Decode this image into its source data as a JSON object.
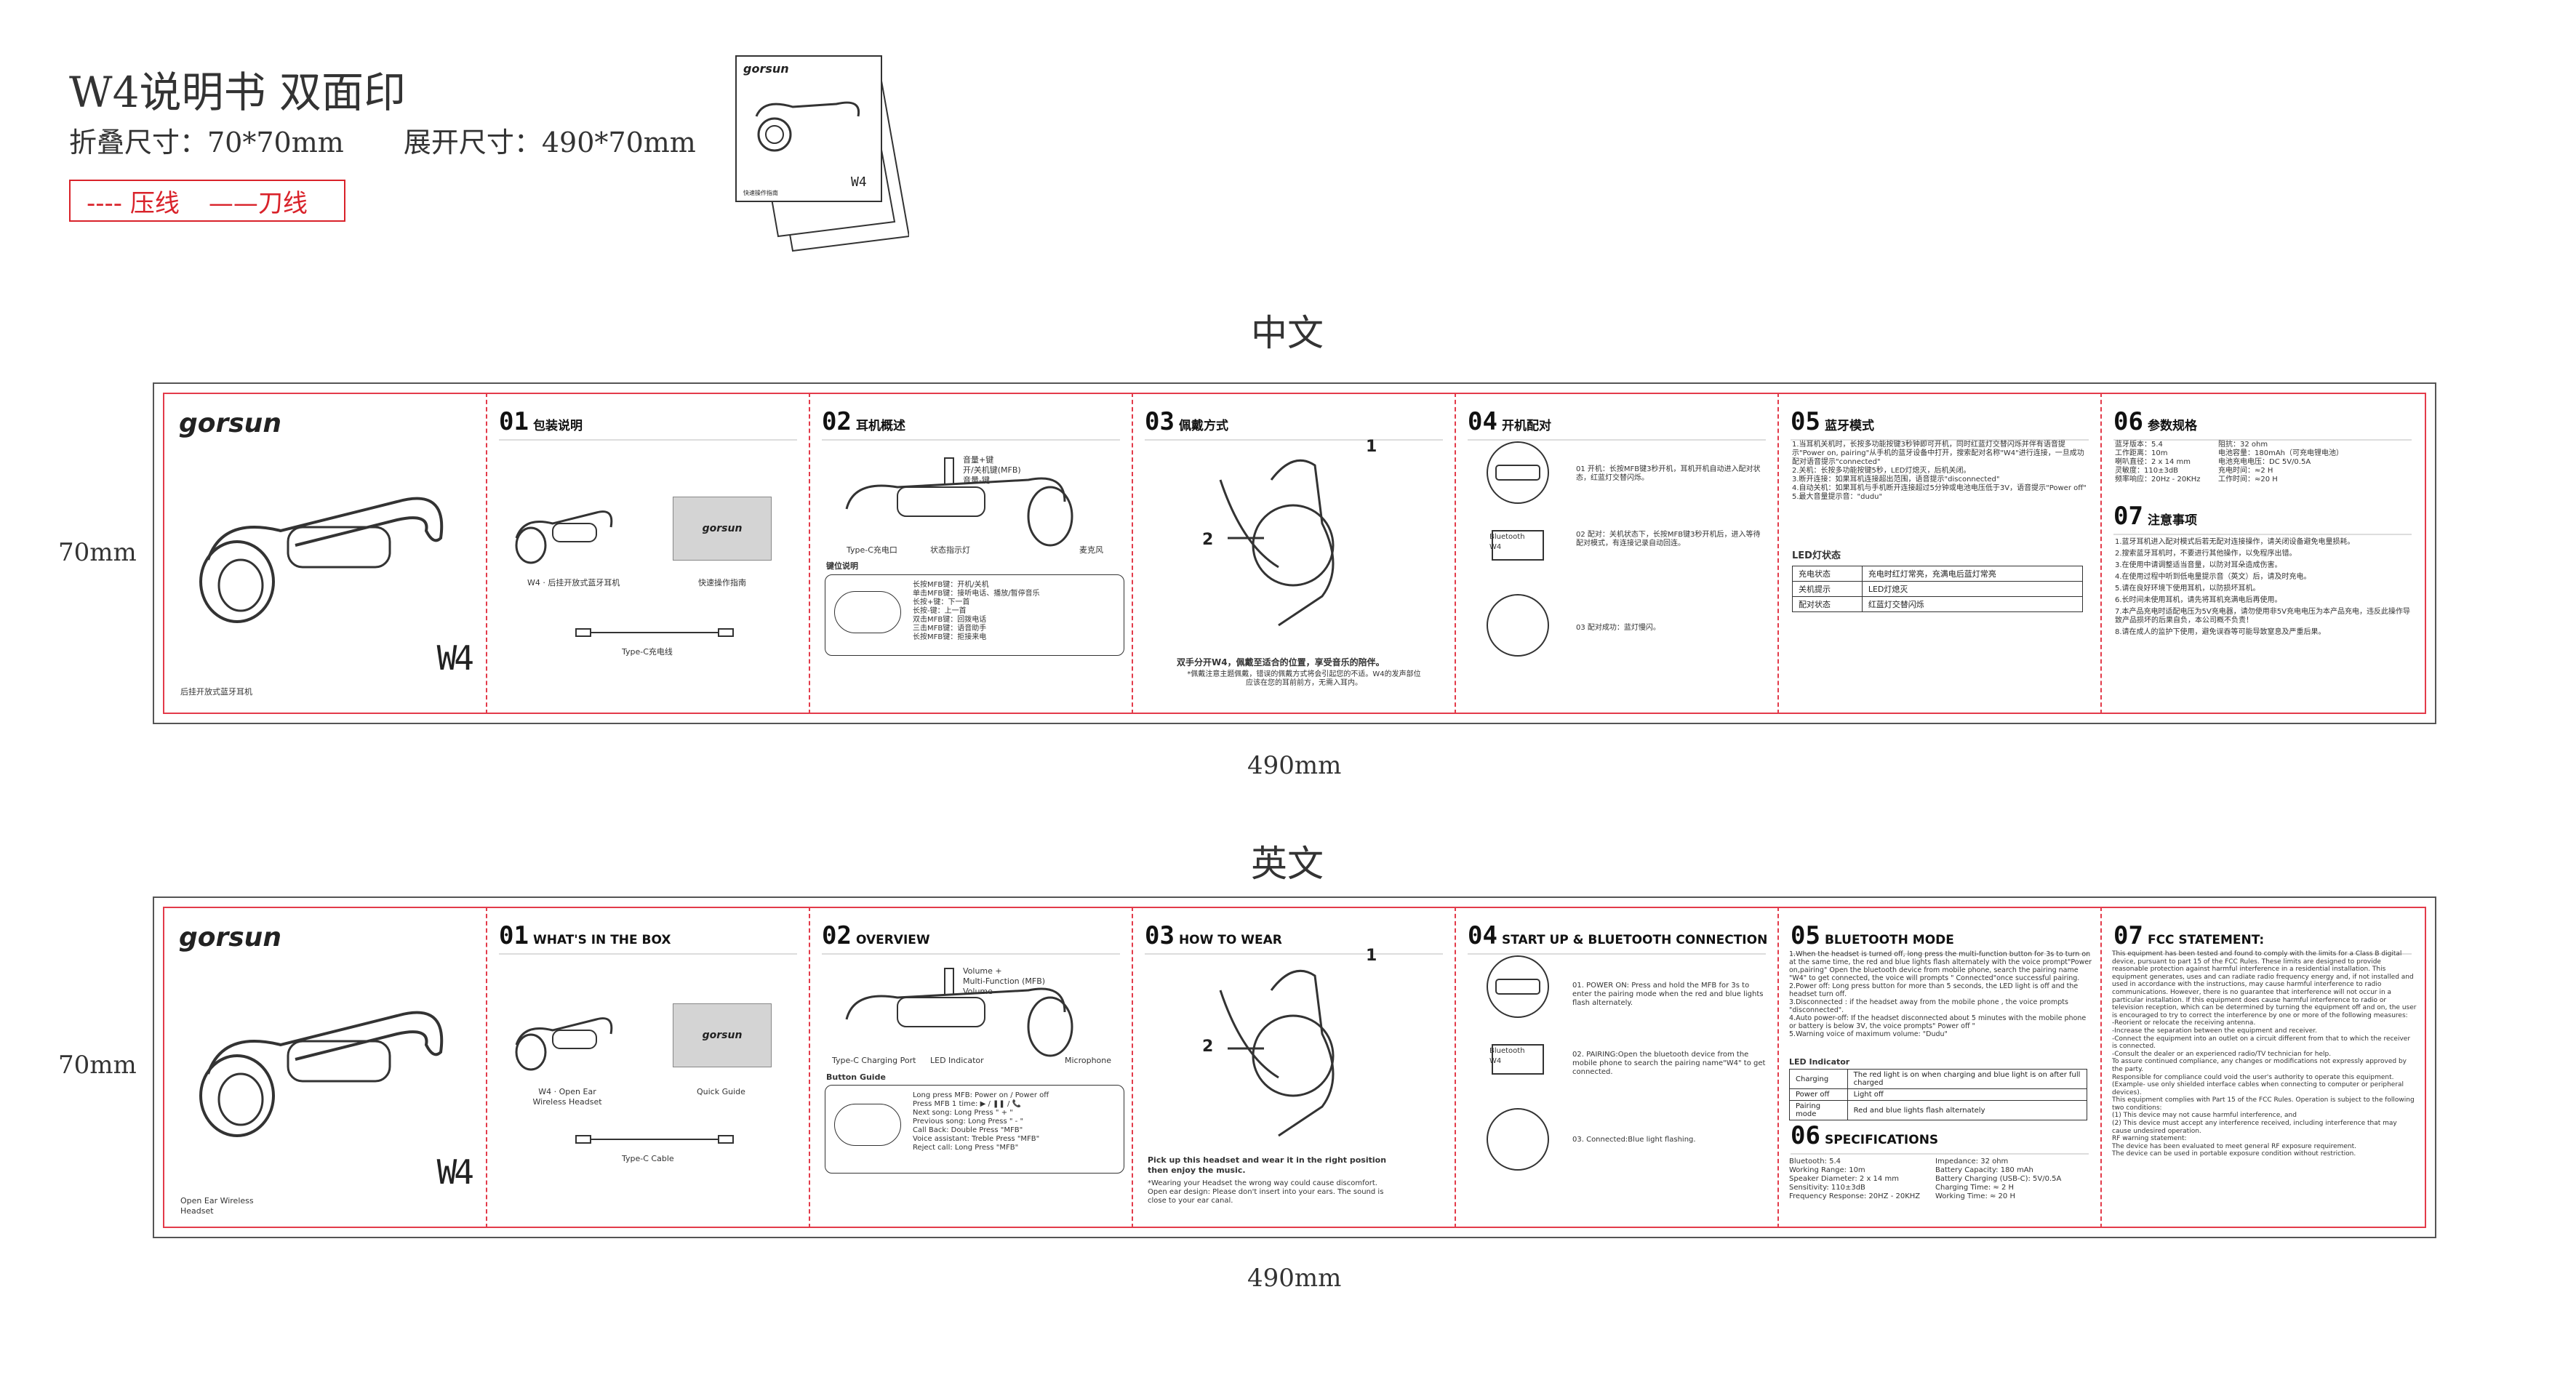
{
  "header": {
    "title": "W4说明书 双面印",
    "folded_size": "折叠尺寸：70*70mm",
    "unfolded_size": "展开尺寸：490*70mm",
    "legend_crease": "---- 压线",
    "legend_cut": "——刀线"
  },
  "thumbnail": {
    "brand": "gorsun",
    "model": "W4",
    "caption": "快速操作指南"
  },
  "sections": {
    "chinese_label": "中文",
    "english_label": "英文",
    "height_label": "70mm",
    "width_label": "490mm"
  },
  "cn": {
    "brand": "gorsun",
    "cover_caption": "后挂开放式蓝牙耳机",
    "model": "W4",
    "p1": {
      "num": "01",
      "title": "包装说明",
      "item1": "W4 · 后挂开放式蓝牙耳机",
      "item2": "快速操作指南",
      "item3": "Type-C充电线",
      "box": "gorsun"
    },
    "p2": {
      "num": "02",
      "title": "耳机概述",
      "labels": [
        "音量+键",
        "开/关机键(MFB)",
        "音量-键"
      ],
      "port": "Type-C充电口",
      "led": "状态指示灯",
      "mic": "麦克风",
      "keys_title": "键位说明",
      "keys": [
        "长按MFB键：开机/关机",
        "单击MFB键：接听电话、播放/暂停音乐",
        "长按+键：下一首",
        "长按-键：上一首",
        "双击MFB键：回拨电话",
        "三击MFB键：语音助手",
        "长按MFB键：拒接来电"
      ]
    },
    "p3": {
      "num": "03",
      "title": "佩戴方式",
      "step1": "1",
      "step2": "2",
      "caption": "双手分开W4，佩戴至适合的位置，享受音乐的陪伴。",
      "note": "*佩戴注意主题佩戴，错误的佩戴方式将会引起您的不适。W4的发声部位应该在您的耳前前方，无需入耳内。"
    },
    "p4": {
      "num": "04",
      "title": "开机配对",
      "s1": "01 开机：长按MFB键3秒开机，耳机开机自动进入配对状态，红蓝灯交替闪烁。",
      "s2": "02 配对：关机状态下，长按MFB键3秒开机后，进入等待配对模式，有连接记录自动回连。",
      "s3": "03 配对成功：蓝灯慢闪。",
      "bt_label": "Bluetooth",
      "device": "W4"
    },
    "p5": {
      "num": "05",
      "title": "蓝牙模式",
      "body": "1.当耳机关机时，长按多功能按键3秒钟即可开机，同时红蓝灯交替闪烁并伴有语音提示\"Power on, pairing\"从手机的蓝牙设备中打开，搜索配对名称\"W4\"进行连接，一旦成功配对语音提示\"connected\"\n2.关机：长按多功能按键5秒，LED灯熄灭，后机关闭。\n3.断开连接：如果耳机连接超出范围，语音提示\"disconnected\"\n4.自动关机：如果耳机与手机断开连接超过5分钟或电池电压低于3V，语音提示\"Power off\"\n5.最大音量提示音：\"dudu\"",
      "led_title": "LED灯状态",
      "led": [
        [
          "充电状态",
          "充电时红灯常亮，充满电后蓝灯常亮"
        ],
        [
          "关机提示",
          "LED灯熄灭"
        ],
        [
          "配对状态",
          "红蓝灯交替闪烁"
        ]
      ]
    },
    "p6": {
      "num": "06",
      "title": "参数规格",
      "specs": [
        "蓝牙版本：5.4",
        "工作距离：10m",
        "喇叭直径：2 x 14 mm",
        "灵敏度：110±3dB",
        "频率响应：20Hz - 20KHz"
      ],
      "specs2": [
        "阻抗：32 ohm",
        "电池容量：180mAh（可充电锂电池）",
        "电池充电电压：DC 5V/0.5A",
        "充电时间：≈2 H",
        "工作时间：≈20 H"
      ],
      "num7": "07",
      "title7": "注意事项",
      "notes": [
        "1.蓝牙耳机进入配对模式后若无配对连接操作，请关闭设备避免电量损耗。",
        "2.搜索蓝牙耳机时，不要进行其他操作，以免程序出错。",
        "3.在使用中请调整适当音量，以防对耳朵造成伤害。",
        "4.在使用过程中听到低电量提示音（英文）后，请及时充电。",
        "5.请在良好环境下使用耳机，以防损坏耳机。",
        "6.长时间未使用耳机，请先将耳机充满电后再使用。",
        "7.本产品充电时适配电压为5V充电器，请勿使用非5V充电电压为本产品充电，违反此操作导致产品损坏的后果自负，本公司概不负责！",
        "8.请在成人的监护下使用，避免误吞等可能导致窒息及严重后果。"
      ]
    }
  },
  "en": {
    "brand": "gorsun",
    "cover_caption": "Open Ear Wireless Headset",
    "model": "W4",
    "p1": {
      "num": "01",
      "title": "WHAT'S IN THE BOX",
      "item1": "W4 · Open Ear Wireless Headset",
      "item2": "Quick Guide",
      "item3": "Type-C Cable",
      "box": "gorsun"
    },
    "p2": {
      "num": "02",
      "title": "OVERVIEW",
      "labels": [
        "Volume +",
        "Multi-Function (MFB)",
        "Volume -"
      ],
      "port": "Type-C Charging Port",
      "led": "LED Indicator",
      "mic": "Microphone",
      "keys_title": "Button Guide",
      "keys": [
        "Long press MFB: Power on / Power off",
        "Press MFB 1 time: ▶ / ❚❚ / 📞",
        "Next song: Long Press \" + \"",
        "Previous song: Long Press \" - \"",
        "Call Back: Double Press \"MFB\"",
        "Voice assistant: Treble Press \"MFB\"",
        "Reject call: Long Press \"MFB\""
      ]
    },
    "p3": {
      "num": "03",
      "title": "HOW TO WEAR",
      "step1": "1",
      "step2": "2",
      "caption": "Pick up this headset and wear it in the right position then enjoy the music.",
      "note": "*Wearing your Headset the wrong way could cause discomfort. Open ear design: Please don't insert into your ears. The sound is close to your ear canal."
    },
    "p4": {
      "num": "04",
      "title": "START UP & BLUETOOTH CONNECTION",
      "s1": "01. POWER ON: Press and hold the MFB for 3s to enter the pairing mode when the red and blue lights flash alternately.",
      "s2": "02. PAIRING:Open the bluetooth device from the mobile phone to search the pairing name\"W4\" to get connected.",
      "s3": "03. Connected:Blue light flashing.",
      "bt_label": "Bluetooth",
      "device": "W4"
    },
    "p5": {
      "num": "05",
      "title": "BLUETOOTH MODE",
      "body": "1.When the headset is turned off, long press the multi-function button for 3s to turn on at the same time, the red and blue lights flash alternately with the voice prompt\"Power on,pairing\" Open the bluetooth device from mobile phone, search the pairing name \"W4\" to get connected, the voice will prompts \" Connected\"once successful pairing.\n2.Power off: Long press button for more than 5 seconds, the LED light is off and the headset turn off.\n3.Disconnected : if the headset away from the mobile phone , the voice prompts \"disconnected\".\n4.Auto power-off: If the headset disconnected about 5 minutes with the mobile phone or battery is below 3V, the voice prompts\" Power off \"\n5.Warning voice of maximum volume: \"Dudu\"",
      "led_title": "LED Indicator",
      "led": [
        [
          "Charging",
          "The red light is on when charging and blue light is on after full charged"
        ],
        [
          "Power off",
          "Light off"
        ],
        [
          "Pairing mode",
          "Red and blue lights flash alternately"
        ]
      ],
      "num6": "06",
      "title6": "SPECIFICATIONS",
      "specs": [
        "Bluetooth: 5.4",
        "Working Range: 10m",
        "Speaker Diameter: 2 x 14 mm",
        "Sensitivity: 110±3dB",
        "Frequency Response: 20HZ - 20KHZ"
      ],
      "specs2": [
        "Impedance: 32 ohm",
        "Battery Capacity: 180 mAh",
        "Battery Charging (USB-C): 5V/0.5A",
        "Charging Time: ≈ 2 H",
        "Working Time: ≈ 20 H"
      ]
    },
    "p6": {
      "num": "07",
      "title": "FCC STATEMENT:",
      "body": "This equipment has been tested and found to comply with the limits for a Class B digital device, pursuant to part 15 of the FCC Rules. These limits are designed to provide reasonable protection against harmful interference in a residential installation. This equipment generates, uses and can radiate radio frequency energy and, if not installed and used in accordance with the instructions, may cause harmful interference to radio communications. However, there is no guarantee that interference will not occur in a particular installation. If this equipment does cause harmful interference to radio or television reception, which can be determined by turning the equipment off and on, the user is encouraged to try to correct the interference by one or more of the following measures:\n-Reorient or relocate the receiving antenna.\n-Increase the separation between the equipment and receiver.\n-Connect the equipment into an outlet on a circuit different from that to which the receiver is connected.\n-Consult the dealer or an experienced radio/TV technician for help.\nTo assure continued compliance, any changes or modifications not expressly approved by the party.\nResponsible for compliance could void the user's authority to operate this equipment. (Example- use only shielded interface cables when connecting to computer or peripheral devices).\nThis equipment complies with Part 15 of the FCC Rules. Operation is subject to the following two conditions:\n(1) This device may not cause harmful interference, and\n(2) This device must accept any interference received, including interference that may cause undesired operation.\nRF warning statement:\nThe device has been evaluated to meet general RF exposure requirement.\nThe device can be used in portable exposure condition without restriction."
    }
  }
}
